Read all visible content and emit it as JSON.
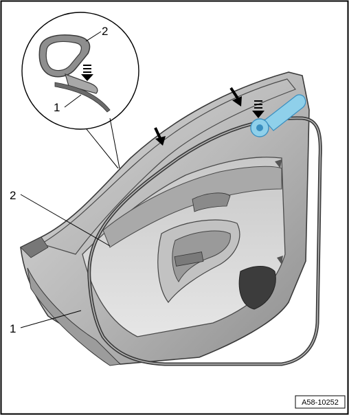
{
  "callouts": {
    "detail_seal_profile": "2",
    "detail_door_flange": "1",
    "main_seal": "2",
    "main_door": "1"
  },
  "reference_code": "A58-10252",
  "colors": {
    "door_panel": "#bdbdbd",
    "door_dark": "#6a6a6a",
    "seal": "#4a4a4a",
    "tool_blue": "#8fd0ea",
    "tool_blue_dark": "#3a8fc0"
  }
}
